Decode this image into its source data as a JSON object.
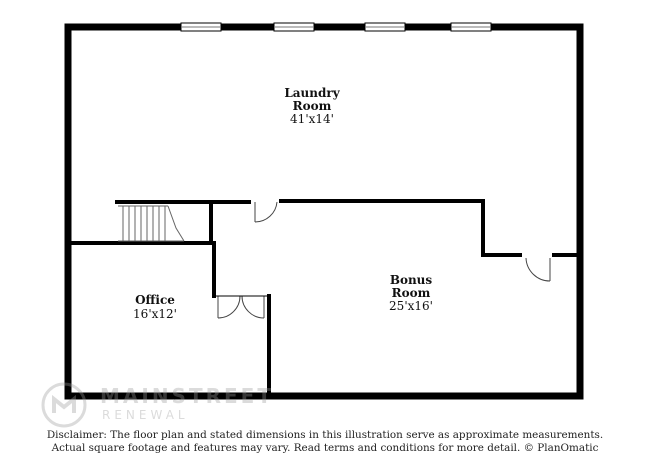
{
  "rooms": {
    "laundry": {
      "name_line1": "Laundry",
      "name_line2": "Room",
      "dimensions": "41'x14'"
    },
    "office": {
      "name": "Office",
      "dimensions": "16'x12'"
    },
    "bonus": {
      "name_line1": "Bonus",
      "name_line2": "Room",
      "dimensions": "25'x16'"
    }
  },
  "watermark": {
    "brand": "MAINSTREET",
    "subtitle": "RENEWAL"
  },
  "disclaimer": {
    "line1": "Disclaimer: The floor plan and stated dimensions in this illustration serve as approximate measurements.",
    "line2": "Actual square footage and features may vary. Read terms and conditions for more detail. © PlanOmatic"
  },
  "colors": {
    "wall": "#000000",
    "window": "#cfcfcf",
    "background": "#ffffff",
    "watermark": "#9a9a9a"
  }
}
